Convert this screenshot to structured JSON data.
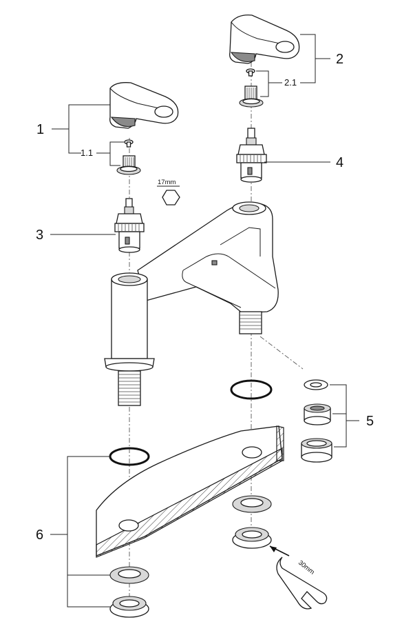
{
  "callouts": {
    "c1": "1",
    "c1_1": "1.1",
    "c2": "2",
    "c2_1": "2.1",
    "c3": "3",
    "c4": "4",
    "c5": "5",
    "c6": "6"
  },
  "tool_labels": {
    "hex_nut": "17mm",
    "wrench": "30mm"
  }
}
